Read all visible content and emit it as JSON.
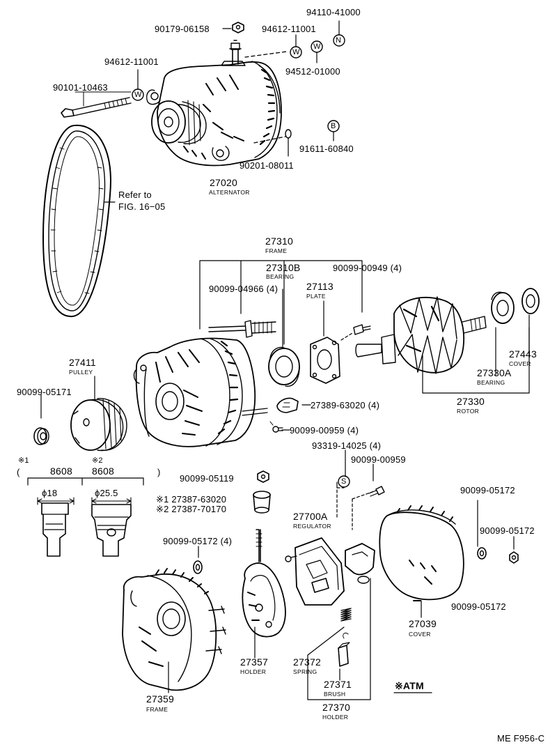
{
  "labels": {
    "p90179": "90179-06158",
    "p94612a": "94612-11001",
    "p94110": "94110-41000",
    "p94612b": "94612-11001",
    "p94512": "94512-01000",
    "p90101": "90101-10463",
    "p91611": "91611-60840",
    "p90201": "90201-08011",
    "p27020": "27020",
    "p27020n": "ALTERNATOR",
    "refer1": "Refer to",
    "refer2": "FIG. 16−05",
    "p27310": "27310",
    "p27310n": "FRAME",
    "p27310b": "27310B",
    "p27310bn": "BEARING",
    "p90099_00949": "90099-00949 (4)",
    "p90099_04966": "90099-04966 (4)",
    "p27113": "27113",
    "p27113n": "PLATE",
    "p27411": "27411",
    "p27411n": "PULLEY",
    "p90099_05171": "90099-05171",
    "p27443": "27443",
    "p27443n": "COVER",
    "p27330a": "27330A",
    "p27330an": "BEARING",
    "p27330": "27330",
    "p27330n": "ROTOR",
    "p27389": "27389-63020 (4)",
    "p90099_00959a": "90099-00959 (4)",
    "p93319": "93319-14025 (4)",
    "p90099_00959b": "90099-00959",
    "star1": "※1",
    "star2": "※2",
    "paren_open": "(",
    "paren_close": ")",
    "b8608a": "8608",
    "b8608b": "8608",
    "d18": "ϕ18",
    "d255": "ϕ25.5",
    "p90099_05119": "90099-05119",
    "p27387a": "※1 27387-63020",
    "p27387b": "※2 27387-70170",
    "p90099_05172a": "90099-05172",
    "p90099_05172b": "90099-05172",
    "p27700a": "27700A",
    "p27700an": "REGULATOR",
    "p90099_05172c": "90099-05172 (4)",
    "p90099_05172d": "90099-05172",
    "p27039": "27039",
    "p27039n": "COVER",
    "p27357": "27357",
    "p27357n": "HOLDER",
    "p27372": "27372",
    "p27372n": "SPRING",
    "p27371": "27371",
    "p27371n": "BRUSH",
    "p27359": "27359",
    "p27359n": "FRAME",
    "p27370": "27370",
    "p27370n": "HOLDER",
    "atm": "※ATM",
    "code": "ME F956-C"
  },
  "symbols": {
    "washer_w": "W",
    "nut_n": "N",
    "bolt_b": "B",
    "screw_s": "S"
  }
}
